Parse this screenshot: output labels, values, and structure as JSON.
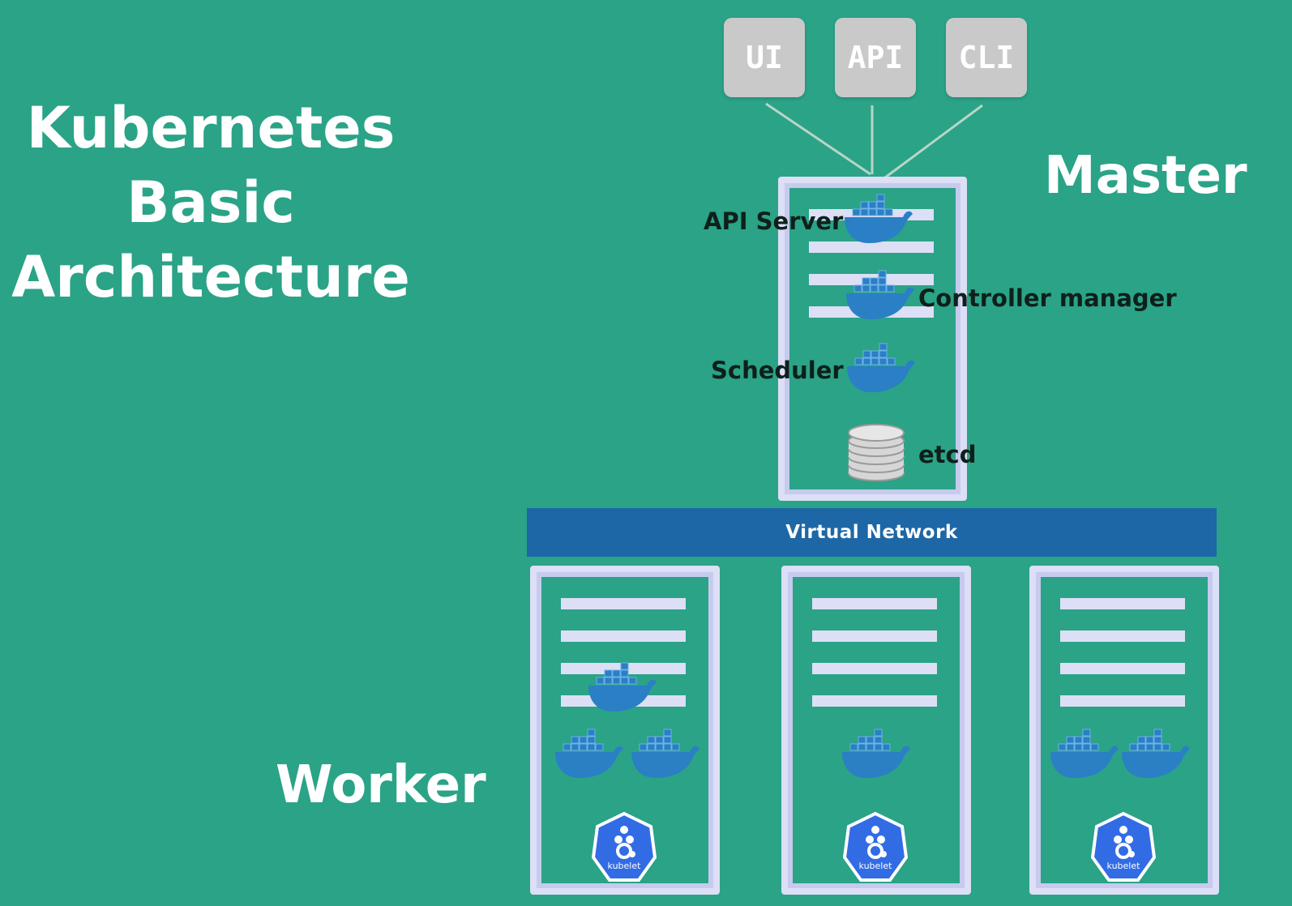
{
  "title": {
    "line1": "Kubernetes",
    "line2": "Basic",
    "line3": "Architecture"
  },
  "clients": [
    "UI",
    "API",
    "CLI"
  ],
  "master": {
    "label": "Master",
    "components": {
      "api_server": "API Server",
      "controller_manager": "Controller manager",
      "scheduler": "Scheduler",
      "etcd": "etcd"
    }
  },
  "network": {
    "label": "Virtual Network"
  },
  "worker": {
    "label": "Worker",
    "nodes": [
      {
        "containers": 3,
        "kubelet": "kubelet"
      },
      {
        "containers": 1,
        "kubelet": "kubelet"
      },
      {
        "containers": 2,
        "kubelet": "kubelet"
      }
    ]
  },
  "colors": {
    "background": "#2aa387",
    "docker_blue": "#2a7fc5",
    "network_bar": "#1d67a6",
    "node_border": "#dcdff5",
    "client_box": "#c9c9c9",
    "kubelet_blue": "#326ce5"
  },
  "icons": {
    "container": "docker-whale-icon",
    "database": "etcd-database-icon",
    "kubelet": "kubelet-hexagon-icon"
  }
}
